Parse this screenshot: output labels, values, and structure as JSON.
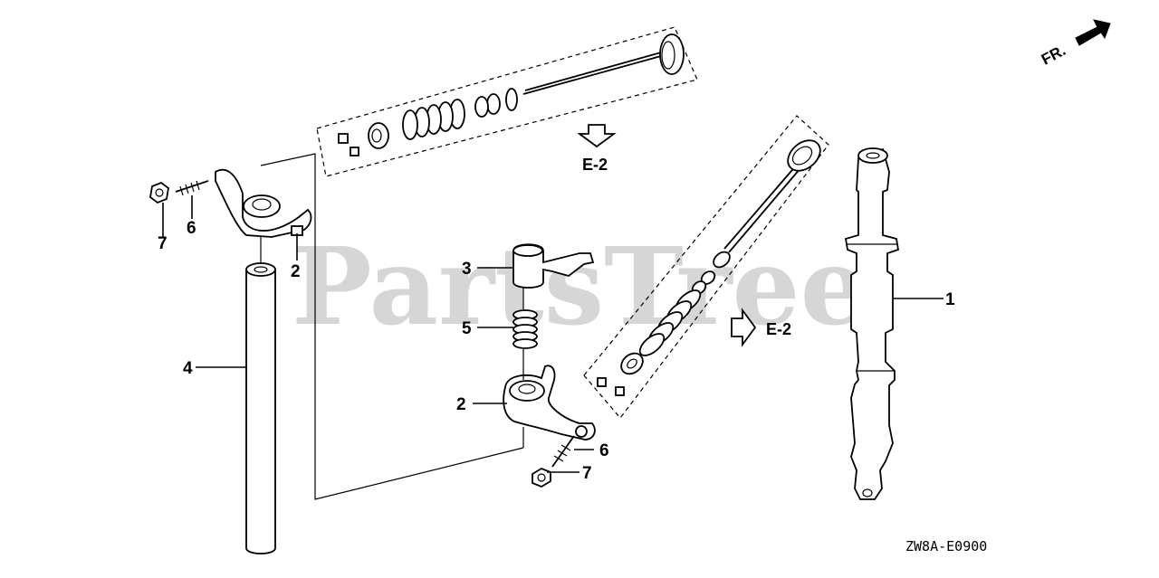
{
  "watermark": "PartsTree",
  "direction": {
    "label": "FR."
  },
  "diagram_code": "ZW8A-E0900",
  "refs": {
    "upper": "E-2",
    "right": "E-2"
  },
  "callouts": {
    "c1": "1",
    "c2_left": "2",
    "c2_mid": "2",
    "c3": "3",
    "c4": "4",
    "c5": "5",
    "c6_left": "6",
    "c6_mid": "6",
    "c7_left": "7",
    "c7_mid": "7"
  },
  "colors": {
    "line": "#000000",
    "watermark": "#d6d6d6",
    "background": "#ffffff"
  }
}
